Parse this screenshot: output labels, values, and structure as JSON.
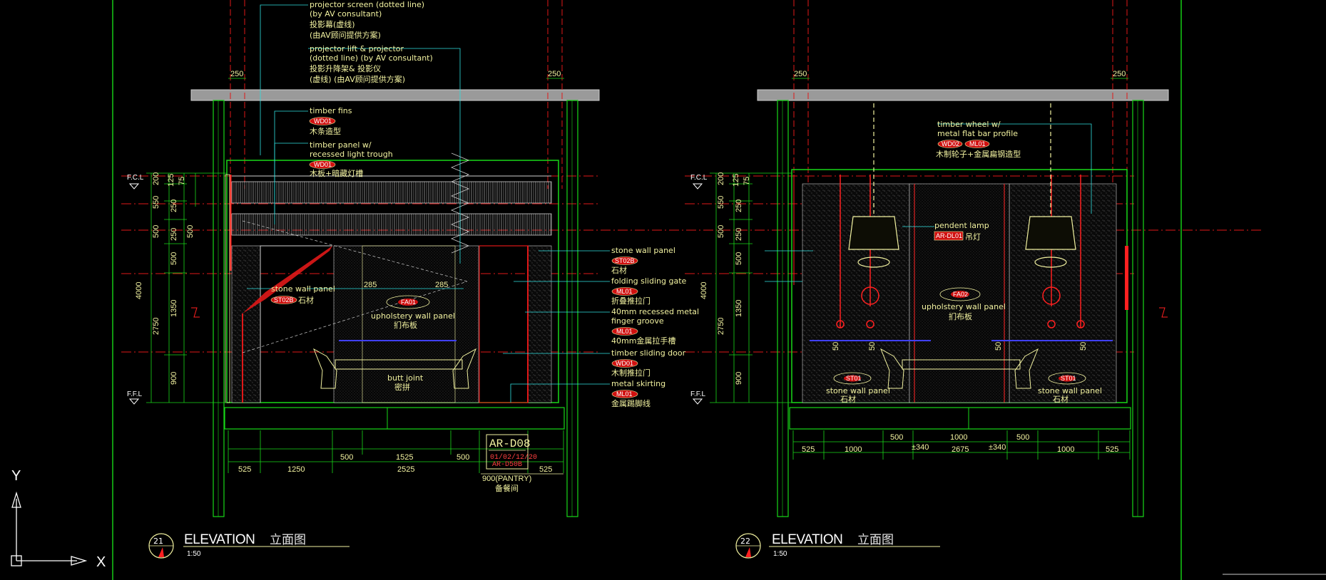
{
  "annotations": {
    "left_top": [
      {
        "lines": [
          "projector screen (dotted line)",
          "(by AV consultant)",
          "投影幕(虚线)",
          "(由AV顾问提供方案)"
        ]
      },
      {
        "lines": [
          "projector lift & projector",
          "(dotted line) (by AV consultant)",
          "投影升降架& 投影仪",
          "(虚线) (由AV顾问提供方案)"
        ]
      }
    ],
    "timber_fins": {
      "line1": "timber fins",
      "tag": "WD01",
      "line2": "木条造型"
    },
    "timber_panel": {
      "line1": "timber panel w/",
      "line2": "recessed light trough",
      "tag": "WD01",
      "line3": "木板+暗藏灯槽"
    },
    "stone_left": {
      "line1": "stone wall panel",
      "tag": "ST02B",
      "cn": "石材"
    },
    "upholstery_left": {
      "tag": "FA01",
      "line1": "upholstery wall panel",
      "line2": "扪布板"
    },
    "butt_joint": {
      "line1": "butt joint",
      "line2": "密拼"
    },
    "right_callouts": [
      {
        "line1": "stone wall panel",
        "tag": "ST02B",
        "line2": "石材"
      },
      {
        "line1": "folding sliding gate",
        "tag": "ML01",
        "line2": "折叠推拉门"
      },
      {
        "line1": "40mm recessed metal",
        "line1b": "finger groove",
        "tag": "ML01",
        "line2": "40mm金属拉手槽"
      },
      {
        "line1": "timber sliding door",
        "tag": "WD01",
        "line2": "木制推拉门"
      },
      {
        "line1": "metal skirting",
        "tag": "ML01",
        "line2": "金属踢脚线"
      }
    ],
    "timber_wheel": {
      "line1": "timber wheel w/",
      "line2": "metal flat bar profile",
      "tag1": "WD02",
      "tag2": "ML01",
      "line3": "木制轮子+金属扁钢造型"
    },
    "pendant": {
      "line1": "pendent lamp",
      "tag": "AR-DL01",
      "cn": "吊灯"
    },
    "upholstery_right": {
      "tag": "FA02",
      "line1": "upholstery wall panel",
      "line2": "扪布板"
    },
    "stone_right_a": {
      "tag": "ST01",
      "line1": "stone wall panel",
      "line2": "石材"
    },
    "stone_right_b": {
      "tag": "ST01",
      "line1": "stone wall panel",
      "line2": "石材"
    }
  },
  "levels": {
    "fcl": "F.C.L",
    "ffl": "F.F.L"
  },
  "dims_left": {
    "top_250_a": "250",
    "top_250_b": "250",
    "v_outer": "4000",
    "v_2750": "2750",
    "v_900": "900",
    "v_200": "200",
    "v_550": "550",
    "v_500a": "500",
    "v_500b": "500",
    "v_1350": "1350",
    "v_125": "125",
    "v_75": "75",
    "v_250a": "250",
    "v_250b": "250",
    "v_500c": "500",
    "h_285a": "285",
    "h_285b": "285",
    "bottom_row1": [
      "500",
      "1525",
      "500"
    ],
    "bottom_row2": [
      "525",
      "1250",
      "2525",
      "525"
    ],
    "pantry": "900(PANTRY)",
    "pantry_cn": "备餐间"
  },
  "dims_right": {
    "top_250_a": "250",
    "top_250_b": "250",
    "v_outer": "4000",
    "v_2750": "2750",
    "v_900": "900",
    "v_200": "200",
    "v_550": "550",
    "v_500a": "500",
    "v_500b": "500",
    "v_1350": "1350",
    "v_125": "125",
    "v_75": "75",
    "v_250a": "250",
    "v_250b": "250",
    "v_50a": "50",
    "v_50b": "50",
    "v_50c": "50",
    "v_50d": "50",
    "bottom_row1": [
      "500",
      "1000",
      "500"
    ],
    "bottom_row2": [
      "525",
      "1000",
      "±340",
      "2675",
      "±340",
      "1000",
      "525"
    ]
  },
  "ref_box": {
    "code": "AR-D08",
    "line1": "01/02/12/20",
    "line2": "AR-D50B"
  },
  "titles": [
    {
      "num": "21",
      "title": "ELEVATION",
      "cn": "立面图",
      "scale": "1:50"
    },
    {
      "num": "22",
      "title": "ELEVATION",
      "cn": "立面图",
      "scale": "1:50"
    }
  ],
  "ucs": {
    "x": "X",
    "y": "Y"
  },
  "colors": {
    "bg": "#000000",
    "green": "#18d818",
    "yellow": "#f2f2a0",
    "red": "#ff2020",
    "cyan": "#30e0e0",
    "white": "#ffffff"
  }
}
